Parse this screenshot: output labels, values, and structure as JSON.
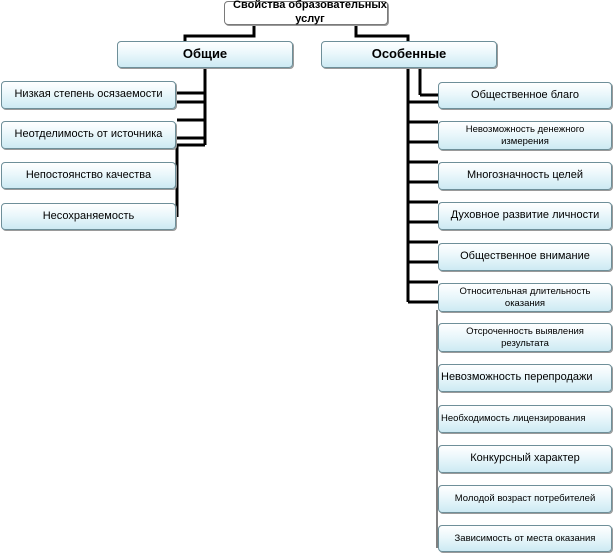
{
  "title": "Свойства образовательных услуг",
  "general": {
    "label": "Общие",
    "items": [
      "Низкая степень осязаемости",
      "Неотделимость от источника",
      "Непостоянство качества",
      "Несохраняемость"
    ]
  },
  "special": {
    "label": "Особенные",
    "items": [
      "Общественное благо",
      "Невозможность денежного измерения",
      "Многозначность целей",
      "Духовное развитие личности",
      "Общественное внимание",
      "Относительная  длительность оказания",
      "Отсроченность выявления результата",
      "Невозможность перепродажи",
      "Необходимость лицензирования",
      "Конкурсный характер",
      "Молодой  возраст потребителей",
      "Зависимость от места оказания"
    ]
  }
}
